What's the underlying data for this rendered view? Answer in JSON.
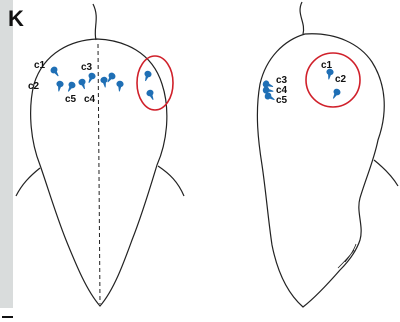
{
  "panel_label": "K",
  "left_view": {
    "cell_labels": [
      "c1",
      "c2",
      "c3",
      "c4",
      "c5"
    ]
  },
  "right_view": {
    "circle_labels": [
      "c1",
      "c2"
    ],
    "cluster_labels": [
      "c3",
      "c4",
      "c5"
    ]
  },
  "colors": {
    "cell": "#1f6fb5",
    "highlight_circle": "#d0202a",
    "outline": "#222222",
    "side_strip": "#d9dcdc"
  }
}
